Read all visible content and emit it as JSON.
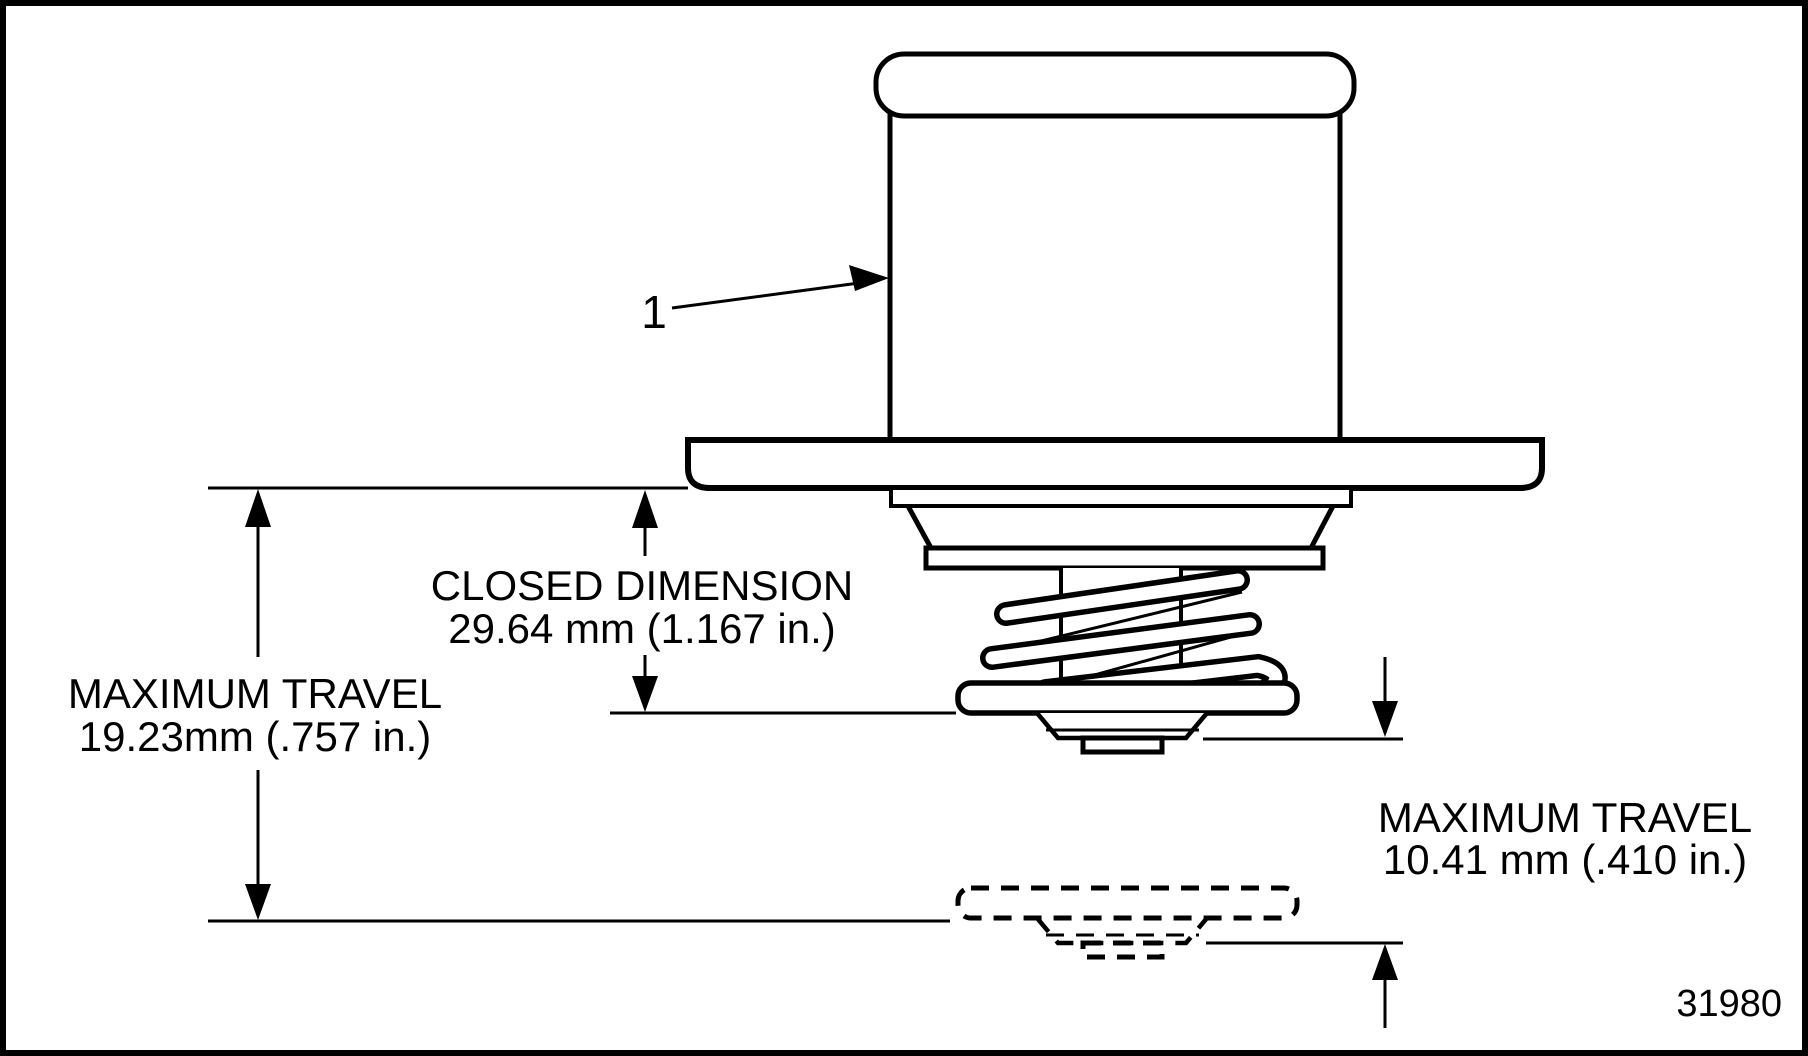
{
  "figure": {
    "type": "technical-diagram",
    "subject": "thermostat cross-section with travel dimensions",
    "part_label": "1",
    "part_number": "31980",
    "callouts": {
      "closed_dimension": {
        "title": "CLOSED DIMENSION",
        "value": "29.64 mm (1.167 in.)"
      },
      "max_travel_left": {
        "title": "MAXIMUM TRAVEL",
        "value": "19.23mm (.757 in.)"
      },
      "max_travel_right": {
        "title": "MAXIMUM TRAVEL",
        "value": "10.41 mm (.410 in.)"
      }
    },
    "colors": {
      "line": "#000000",
      "background": "#ffffff"
    }
  }
}
